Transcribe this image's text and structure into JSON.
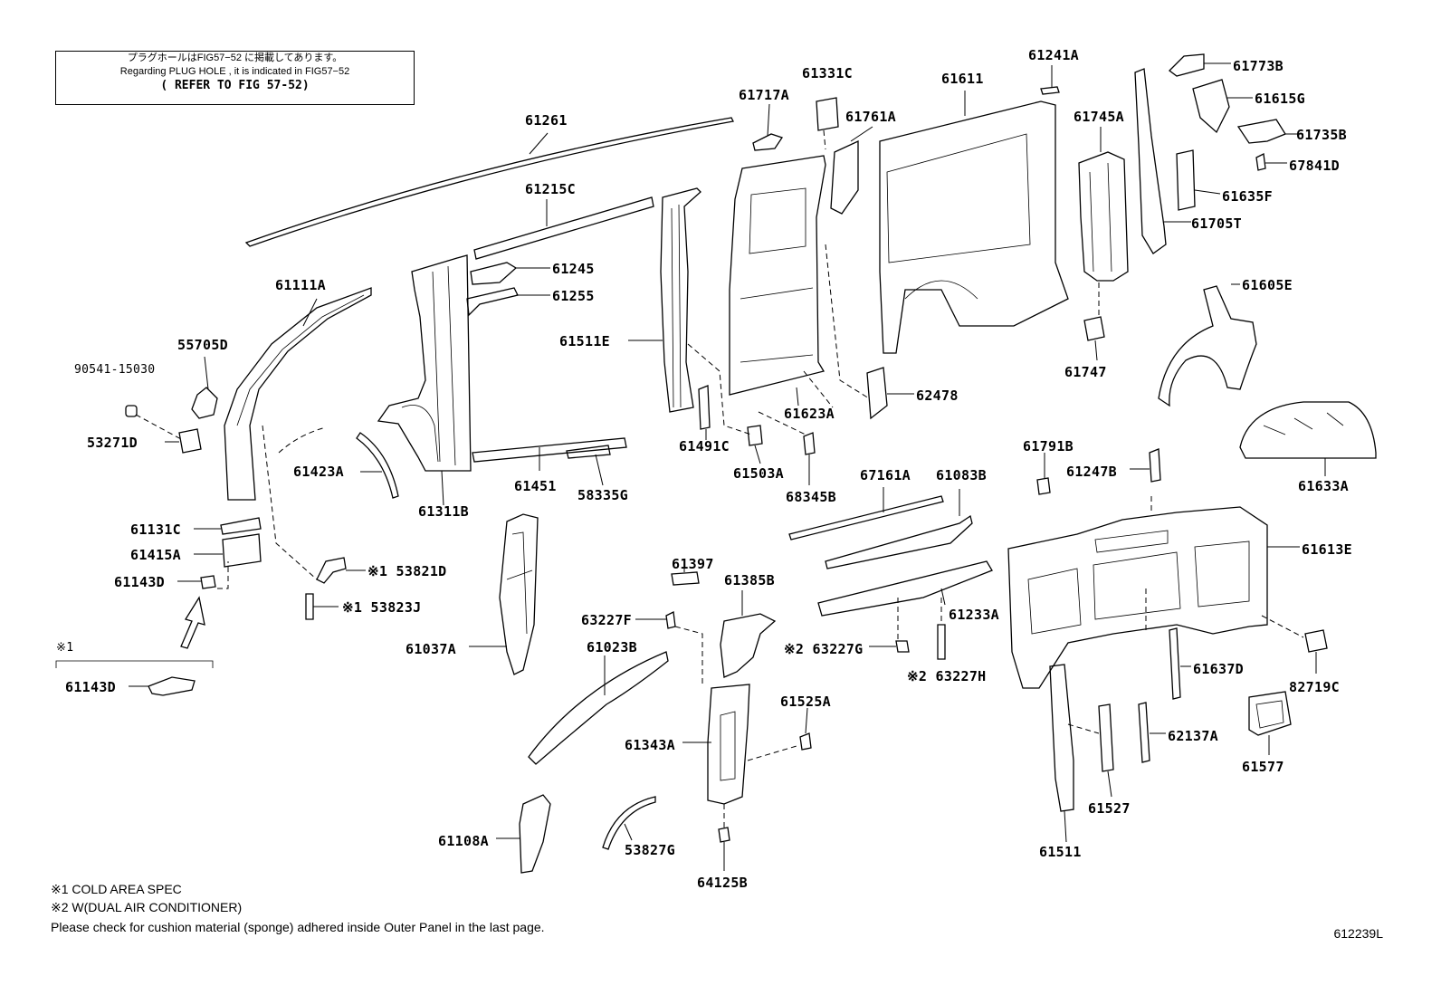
{
  "note_box": {
    "line_ja": "プラグホールはFIG57−52 に掲載してあります。",
    "line_en": "Regarding PLUG HOLE , it is indicated in FIG57−52",
    "line_ref": "( REFER TO FIG 57-52)"
  },
  "labels": {
    "p61261": "61261",
    "p61111A": "61111A",
    "p55705D": "55705D",
    "p90541": "90541-15030",
    "p53271D": "53271D",
    "p61131C": "61131C",
    "p61415A": "61415A",
    "p61143D_a": "61143D",
    "p61143D_b": "61143D",
    "p_cold_marker": "※1",
    "p53821D": "※1 53821D",
    "p53823J": "※1 53823J",
    "p61423A": "61423A",
    "p61311B": "61311B",
    "p61215C": "61215C",
    "p61245": "61245",
    "p61255": "61255",
    "p61451": "61451",
    "p58335G": "58335G",
    "p61037A": "61037A",
    "p61511E": "61511E",
    "p61491C": "61491C",
    "p61503A": "61503A",
    "p68345B": "68345B",
    "p61717A": "61717A",
    "p61331C": "61331C",
    "p61761A": "61761A",
    "p61611": "61611",
    "p61241A": "61241A",
    "p61623A": "61623A",
    "p62478": "62478",
    "p61745A": "61745A",
    "p61747": "61747",
    "p61773B": "61773B",
    "p61615G": "61615G",
    "p61735B": "61735B",
    "p67841D": "67841D",
    "p61635F": "61635F",
    "p61705T": "61705T",
    "p61605E": "61605E",
    "p61633A": "61633A",
    "p67161A": "67161A",
    "p61083B": "61083B",
    "p61233A": "61233A",
    "p61397": "61397",
    "p61385B": "61385B",
    "p63227F": "63227F",
    "p63227G": "※2 63227G",
    "p63227H": "※2 63227H",
    "p61023B": "61023B",
    "p61343A": "61343A",
    "p61525A": "61525A",
    "p61108A": "61108A",
    "p53827G": "53827G",
    "p64125B": "64125B",
    "p61791B": "61791B",
    "p61247B": "61247B",
    "p61613E": "61613E",
    "p61637D": "61637D",
    "p82719C": "82719C",
    "p62137A": "62137A",
    "p61577": "61577",
    "p61527": "61527",
    "p61511": "61511"
  },
  "footnotes": {
    "note1": "※1 COLD AREA SPEC",
    "note2": "※2 W(DUAL AIR CONDITIONER)",
    "note3": "Please check for cushion material (sponge) adhered inside Outer Panel in the last page."
  },
  "figure_id": "612239L"
}
